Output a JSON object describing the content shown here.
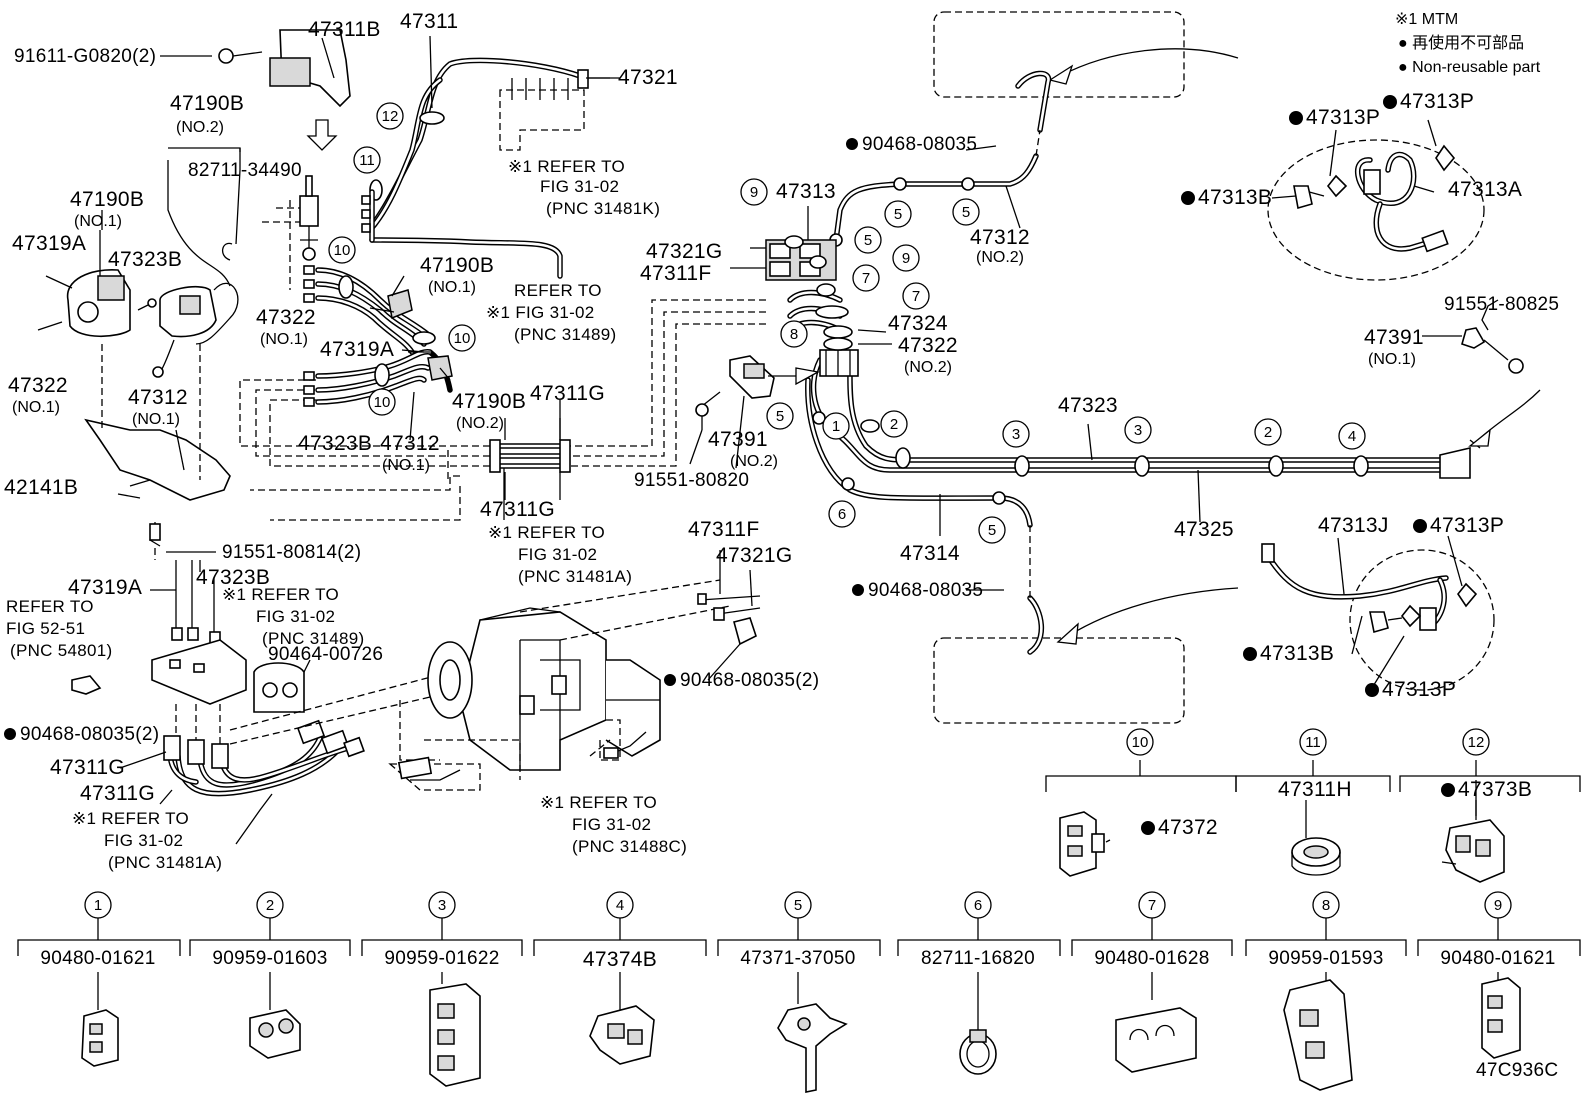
{
  "legend": {
    "mtm": "※1 MTM",
    "nonreuse_jp": "● 再使用不可部品",
    "nonreuse_en": "● Non-reusable part"
  },
  "diagram_id": "47C936C",
  "labels": {
    "l1": "91611-G0820(2)",
    "l2": "47311B",
    "l3": "47311",
    "l4": "47321",
    "l5": "47190B",
    "l5n": "(NO.2)",
    "l6": "82711-34490",
    "l7": "47190B",
    "l7n": "(NO.1)",
    "l8": "47319A",
    "l9": "47323B",
    "l10": "47322",
    "l10n": "(NO.1)",
    "l11": "47312",
    "l11n": "(NO.1)",
    "l12": "42141B",
    "l13": "47190B",
    "l13n": "(NO.1)",
    "l14": "47322",
    "l14n": "(NO.1)",
    "l15": "47319A",
    "l16": "47190B",
    "l16n": "(NO.2)",
    "l17": "47311G",
    "l18": "47323B",
    "l19": "47312",
    "l19n": "(NO.1)",
    "l20": "47311G",
    "l21": "91551-80814(2)",
    "l22": "47319A",
    "l23": "47323B",
    "l24": "90464-00726",
    "l25": "90468-08035(2)",
    "l26": "47311G",
    "l27": "47311G",
    "l28": "47311F",
    "l29": "47321G",
    "l30": "90468-08035(2)",
    "l31": "47313",
    "l32": "47321G",
    "l33": "47311F",
    "l34": "90468-08035",
    "l35": "47312",
    "l35n": "(NO.2)",
    "l36": "47324",
    "l37": "47322",
    "l37n": "(NO.2)",
    "l38": "47391",
    "l38n": "(NO.2)",
    "l39": "91551-80820",
    "l40": "47323",
    "l41": "47325",
    "l42": "47314",
    "l43": "90468-08035",
    "l44": "47313P",
    "l45": "47313P",
    "l46": "47313B",
    "l47": "47313A",
    "l48": "91551-80825",
    "l49": "47391",
    "l49n": "(NO.1)",
    "l50": "47313J",
    "l51": "47313P",
    "l52": "47313B",
    "l53": "47313P",
    "l54": "47372",
    "l55": "47311H",
    "l56": "47373B"
  },
  "refs": {
    "r1a": "※1 REFER TO",
    "r1b": "FIG 31-02",
    "r1c": "(PNC 31481K)",
    "r2a": "REFER TO",
    "r2b": "※1 FIG 31-02",
    "r2c": "(PNC 31489)",
    "r3a": "※1 REFER TO",
    "r3b": "FIG 31-02",
    "r3c": "(PNC 31481A)",
    "r4a": "REFER TO",
    "r4b": "FIG 52-51",
    "r4c": "(PNC 54801)",
    "r5a": "※1 REFER TO",
    "r5b": "FIG 31-02",
    "r5c": "(PNC 31489)",
    "r6a": "※1 REFER TO",
    "r6b": "FIG 31-02",
    "r6c": "(PNC 31481A)",
    "r7a": "※1 REFER TO",
    "r7b": "FIG 31-02",
    "r7c": "(PNC 31488C)"
  },
  "circles": {
    "n1": "1",
    "n2": "2",
    "n3": "3",
    "n4": "4",
    "n5": "5",
    "n6": "6",
    "n7": "7",
    "n8": "8",
    "n9": "9",
    "n10": "10",
    "n11": "11",
    "n12": "12"
  },
  "clip_parts": [
    {
      "num": "1",
      "part": "90480-01621"
    },
    {
      "num": "2",
      "part": "90959-01603"
    },
    {
      "num": "3",
      "part": "90959-01622"
    },
    {
      "num": "4",
      "part": "47374B"
    },
    {
      "num": "5",
      "part": "47371-37050"
    },
    {
      "num": "6",
      "part": "82711-16820"
    },
    {
      "num": "7",
      "part": "90480-01628"
    },
    {
      "num": "8",
      "part": "90959-01593"
    },
    {
      "num": "9",
      "part": "90480-01621"
    }
  ]
}
